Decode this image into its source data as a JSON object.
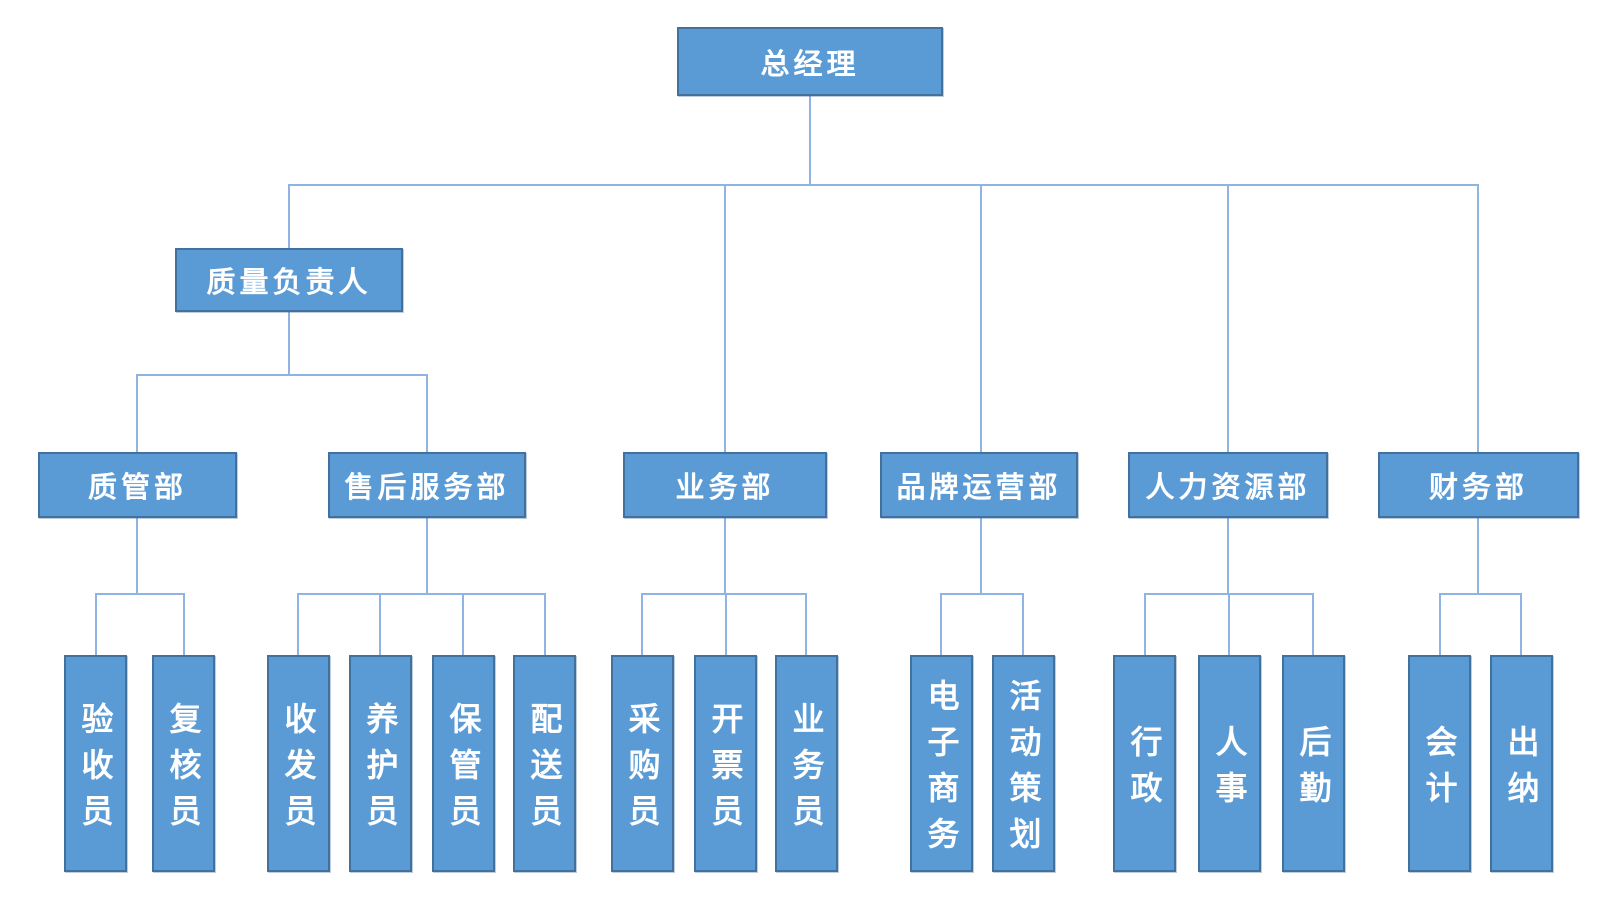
{
  "palette": {
    "node_fill": "#5b9bd5",
    "node_border": "#41719c",
    "node_text": "#ffffff",
    "connector": "#8fb3e2",
    "background": "#ffffff"
  },
  "org": {
    "root": {
      "label": "总经理"
    },
    "quality_lead": {
      "label": "质量负责人",
      "departments": [
        {
          "label": "质管部",
          "children": [
            "验收员",
            "复核员"
          ]
        },
        {
          "label": "售后服务部",
          "children": [
            "收发员",
            "养护员",
            "保管员",
            "配送员"
          ]
        }
      ]
    },
    "departments": [
      {
        "label": "业务部",
        "children": [
          "采购员",
          "开票员",
          "业务员"
        ]
      },
      {
        "label": "品牌运营部",
        "children": [
          "电子商务",
          "活动策划"
        ]
      },
      {
        "label": "人力资源部",
        "children": [
          "行政",
          "人事",
          "后勤"
        ]
      },
      {
        "label": "财务部",
        "children": [
          "会计",
          "出纳"
        ]
      }
    ]
  }
}
